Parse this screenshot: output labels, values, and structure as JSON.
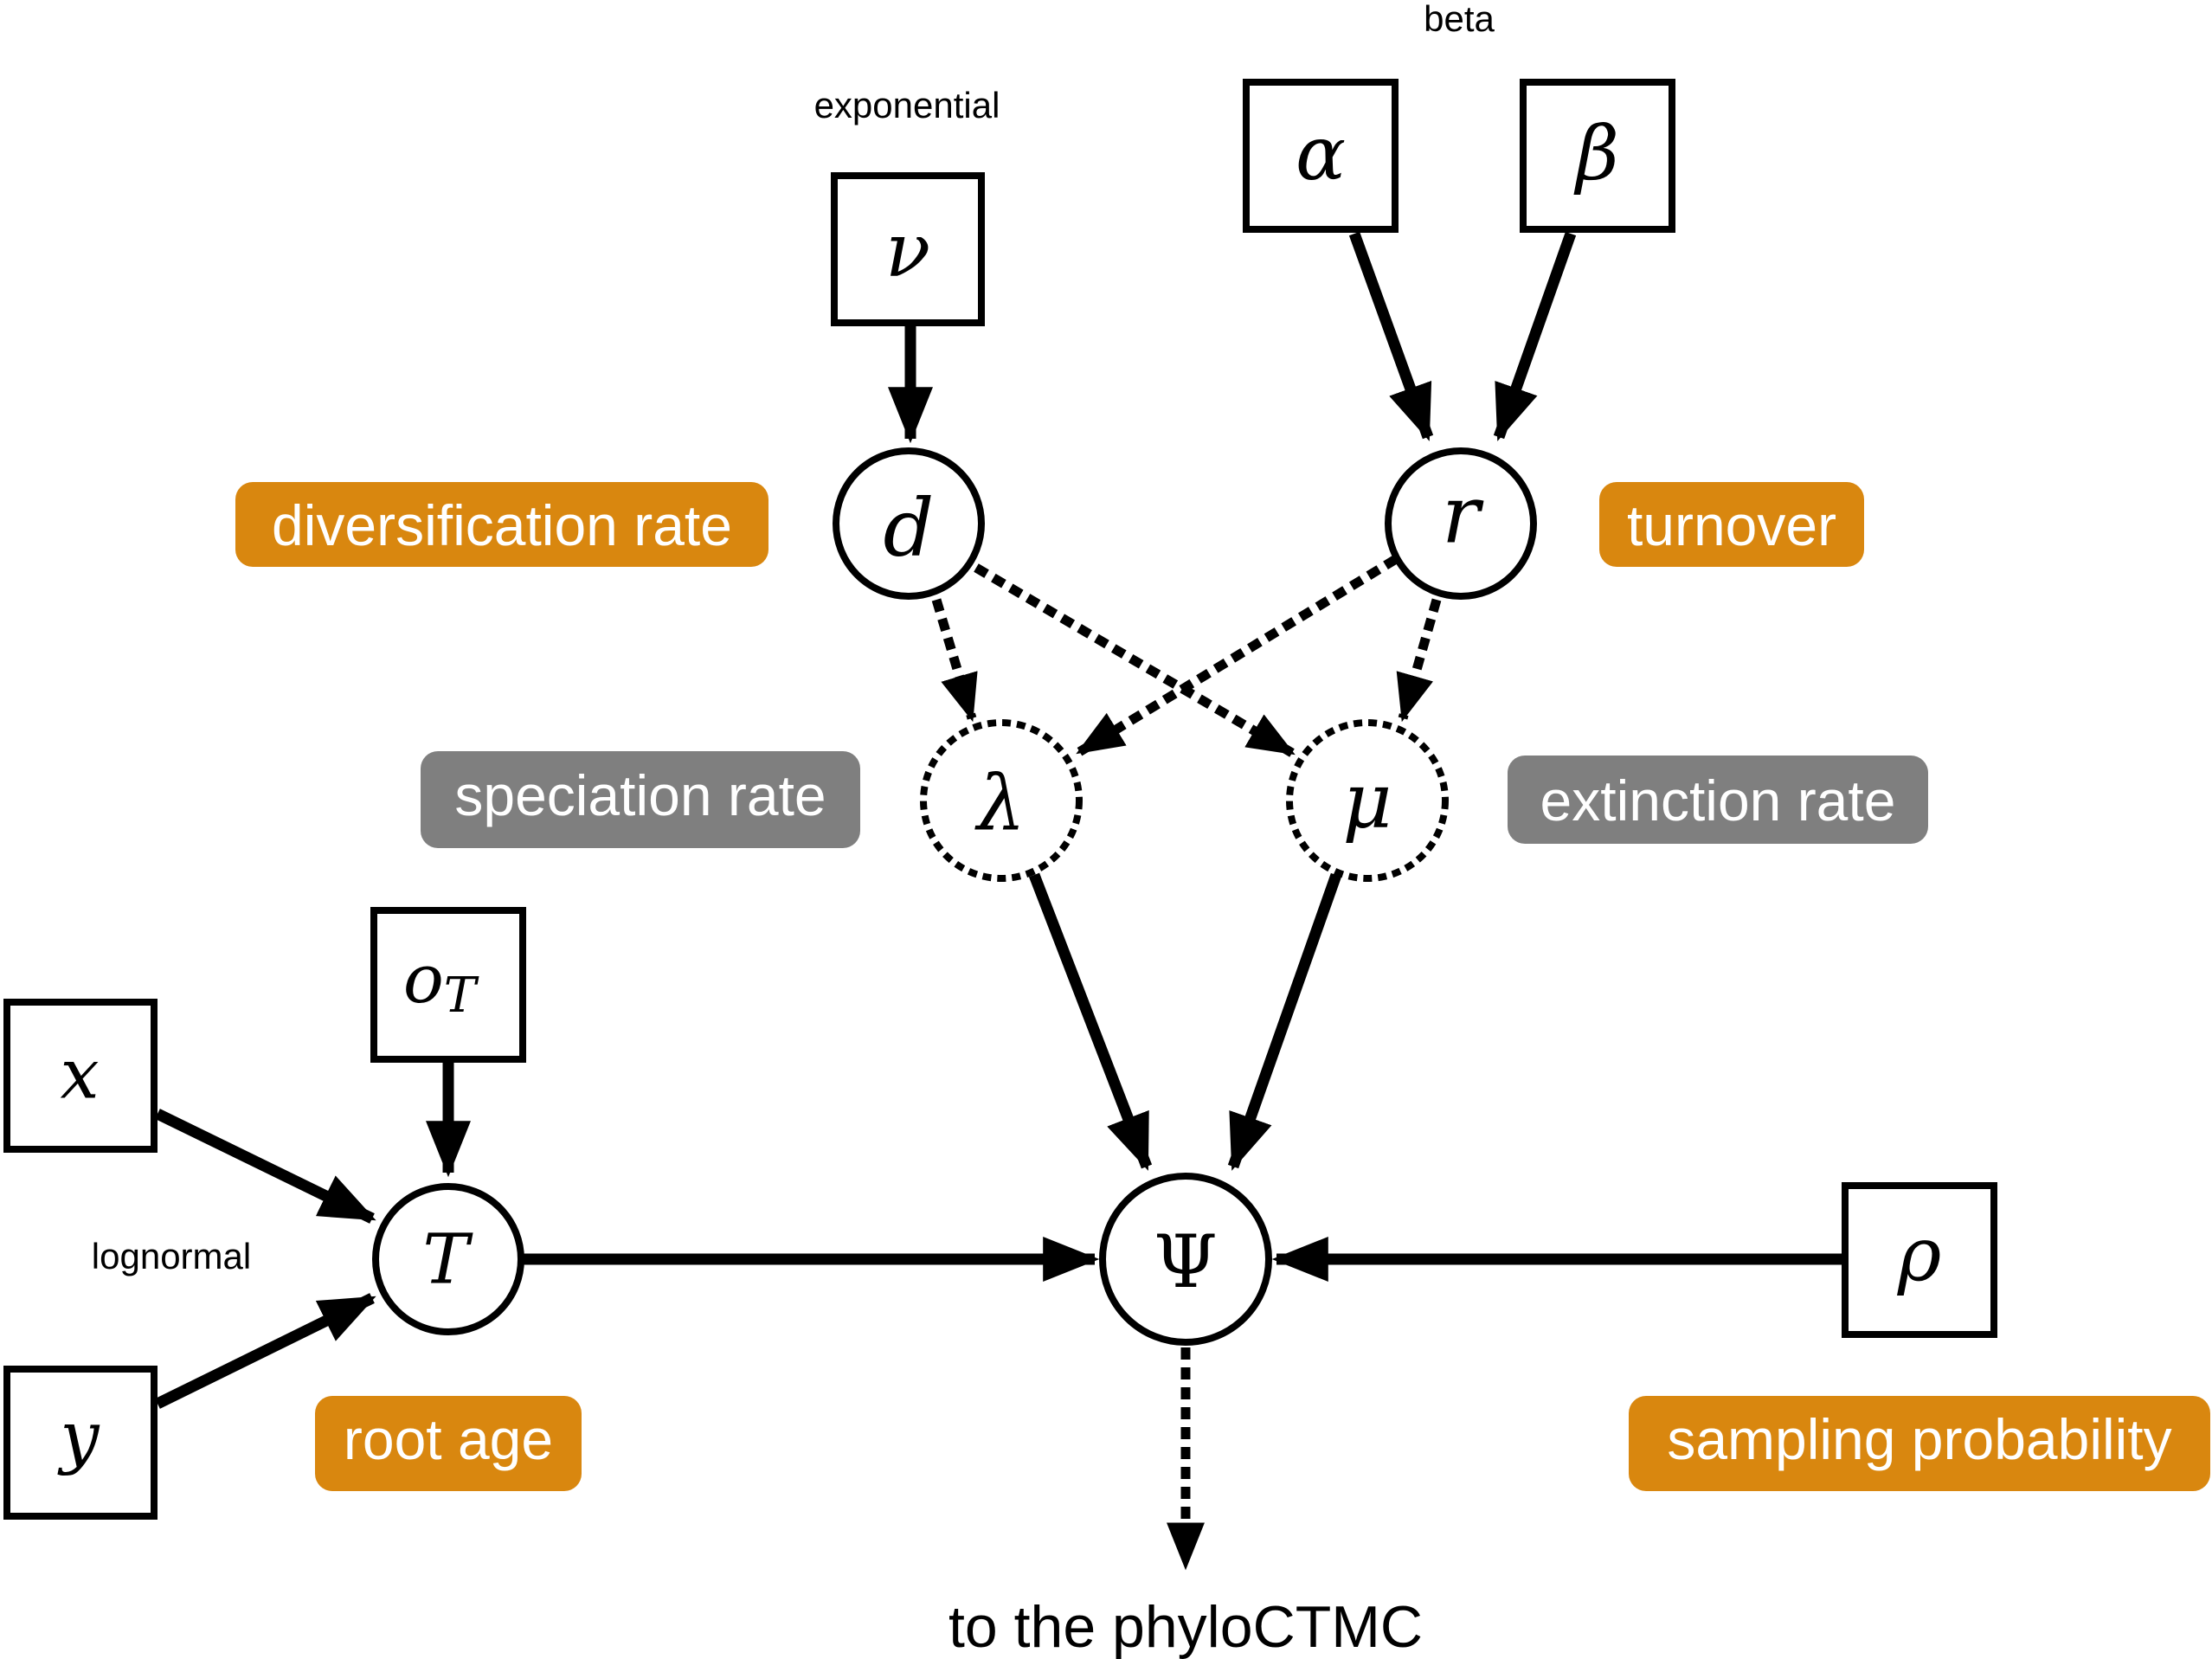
{
  "nodes": {
    "nu": "ν",
    "alpha": "α",
    "beta": "β",
    "d": "d",
    "r": "r",
    "lambda": "λ",
    "mu": "μ",
    "x": "x",
    "y": "y",
    "o_base": "o",
    "o_sub": "T",
    "T": "T",
    "psi": "Ψ",
    "rho": "ρ"
  },
  "distributions": {
    "exponential": "exponential",
    "beta": "beta",
    "lognormal": "lognormal"
  },
  "tags": {
    "diversification_rate": "diversification rate",
    "turnover": "turnover",
    "speciation_rate": "speciation rate",
    "extinction_rate": "extinction rate",
    "root_age": "root age",
    "sampling_probability": "sampling probability"
  },
  "output_label": "to the phyloCTMC",
  "colors": {
    "stochastic_tag": "#D9870F",
    "deterministic_tag": "#7F7F7F",
    "stroke": "#000000"
  }
}
